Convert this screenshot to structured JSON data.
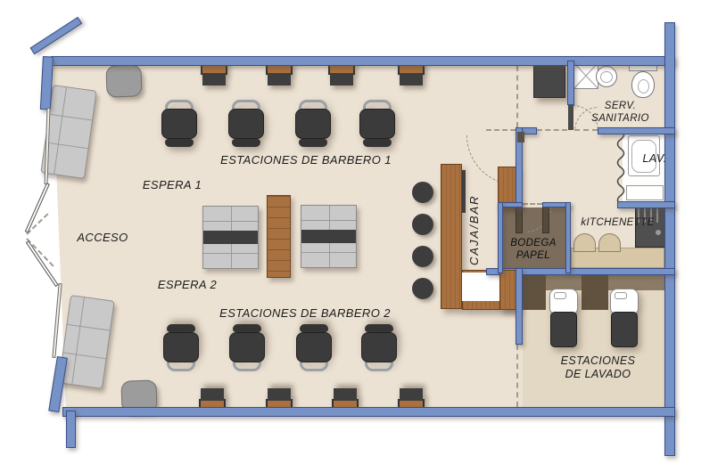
{
  "title": "Barbershop floor plan",
  "labels": {
    "estaciones_barbero_1": "ESTACIONES DE BARBERO 1",
    "espera_1": "ESPERA 1",
    "acceso": "ACCESO",
    "espera_2": "ESPERA 2",
    "estaciones_barbero_2": "ESTACIONES DE BARBERO 2",
    "caja_bar": "CAJA/BAR",
    "bodega_papel": [
      "BODEGA",
      "PAPEL"
    ],
    "serv_sanitario": [
      "SERV.",
      "SANITARIO"
    ],
    "lav": "LAV.",
    "kitchenette": "kITCHENETTE",
    "estaciones_lavado": [
      "ESTACIONES",
      "DE LAVADO"
    ]
  },
  "colors": {
    "wall": "#7792C6",
    "wall_outline": "#3A4F88",
    "floor": "#ECE2D3",
    "floor_lavado": "#E3D8C4",
    "wood": "#A9713F",
    "dark": "#3B3B3B",
    "light_gray": "#C9C9C9",
    "taupe": "#85755F",
    "taupe_dark": "#5E5143",
    "tan": "#D8C7A7",
    "paper": "#FFFFFF"
  },
  "counts": {
    "barber_chairs": 8,
    "mirror_stations": 8,
    "bar_stools": 4,
    "wash_stations": 2,
    "waiting_sofas": 2,
    "waiting_benches": 2
  }
}
